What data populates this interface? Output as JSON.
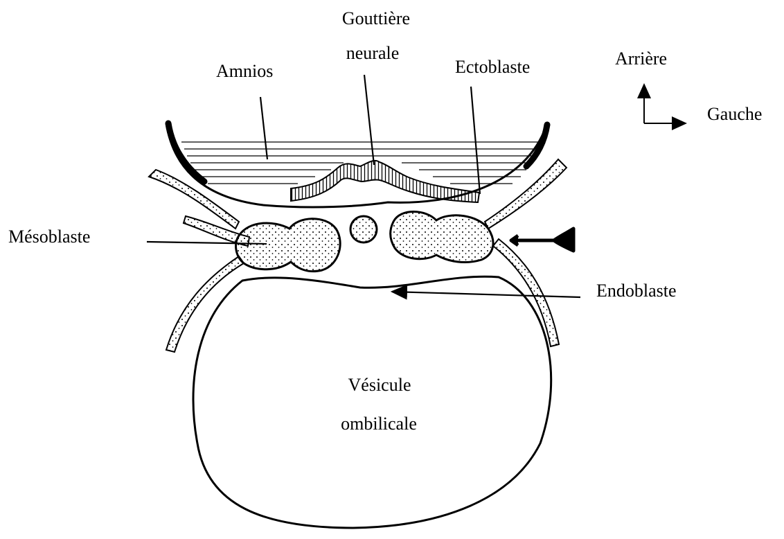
{
  "labels": {
    "gouttiere_line1": "Gouttière",
    "gouttiere_line2": "neurale",
    "amnios": "Amnios",
    "ectoblaste": "Ectoblaste",
    "arriere": "Arrière",
    "gauche": "Gauche",
    "mesoblaste": "Mésoblaste",
    "endoblaste": "Endoblaste",
    "vesicule_line1": "Vésicule",
    "vesicule_line2": "ombilicale"
  },
  "colors": {
    "ink": "#000000",
    "background": "#ffffff"
  }
}
